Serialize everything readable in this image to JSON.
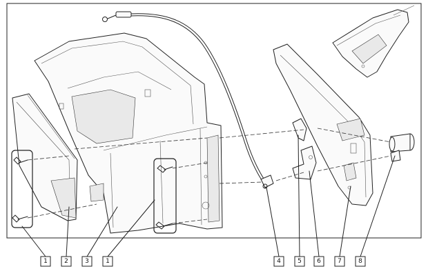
{
  "callouts": [
    {
      "label": "1",
      "part": "screw-fastener"
    },
    {
      "label": "2",
      "part": "side-panel-left"
    },
    {
      "label": "3",
      "part": "storage-bin"
    },
    {
      "label": "1",
      "part": "screw-fastener"
    },
    {
      "label": "4",
      "part": "cable-end-fitting"
    },
    {
      "label": "5",
      "part": "latch-clip"
    },
    {
      "label": "6",
      "part": "latch-bracket"
    },
    {
      "label": "7",
      "part": "side-panel-right"
    },
    {
      "label": "8",
      "part": "lock-cylinder"
    }
  ],
  "colors": {
    "line": "#222222",
    "background": "#ffffff"
  }
}
